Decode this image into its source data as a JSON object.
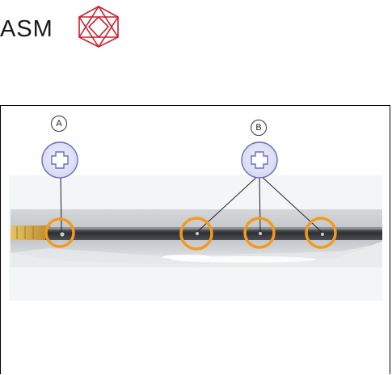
{
  "logo": {
    "text": "ASM"
  },
  "callouts": [
    {
      "label": "A"
    },
    {
      "label": "B"
    }
  ],
  "colors": {
    "highlight_ring": "#f39a1e",
    "screw_badge_fill": "#dfe1f5",
    "screw_badge_stroke": "#6b6fc0",
    "logo_mark": "#c8202e"
  },
  "icons": [
    "phillips-screw-icon",
    "asm-logo-icon"
  ]
}
